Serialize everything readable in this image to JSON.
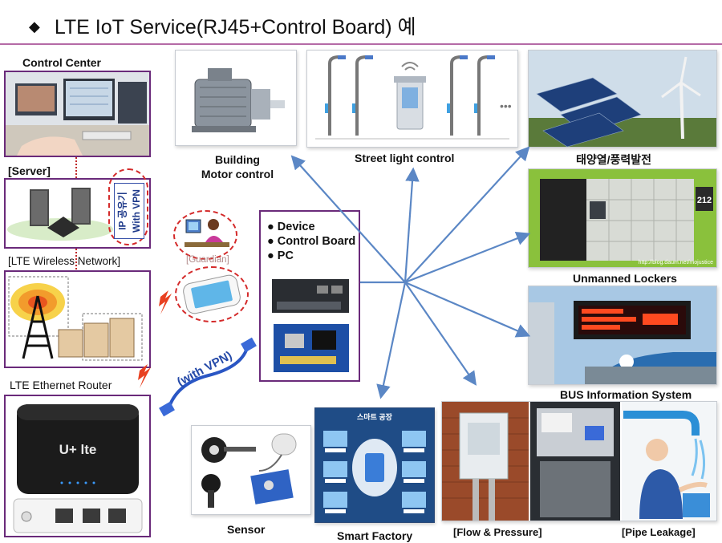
{
  "title": {
    "bullet": "◆",
    "text": "LTE IoT Service(RJ45+Control Board) 예"
  },
  "left": {
    "control_center": "Control Center",
    "server": "[Server]",
    "ip_sharer": "IP 공유기",
    "with_vpn_vertical": "With VPN",
    "lte_network": "[LTE Wireless Network]",
    "router_label": "LTE Ethernet Router",
    "router_logo": "U+ lte",
    "guardian": "[Guardian]",
    "with_vpn_cable": "(with VPN)"
  },
  "device": {
    "items": [
      "Device",
      "Control Board",
      "PC"
    ]
  },
  "apps": {
    "motor": "Building\nMotor control",
    "street": "Street light  control",
    "solar": "태양열/풍력발전",
    "lockers": "Unmanned Lockers",
    "bus": "BUS Information  System",
    "flow": "[Flow  &  Pressure]",
    "pipe": "[Pipe Leakage]",
    "smart_factory": "Smart Factory",
    "sensor": "Sensor"
  },
  "embedded": {
    "locker_number": "212",
    "blog_credit": "http://blog.daum.net/mojustice",
    "factory_header": "스마트 공장"
  },
  "colors": {
    "accent_purple": "#6a2a7a",
    "arrow_blue": "#5b87c5",
    "dash_red": "#d42a2a"
  }
}
